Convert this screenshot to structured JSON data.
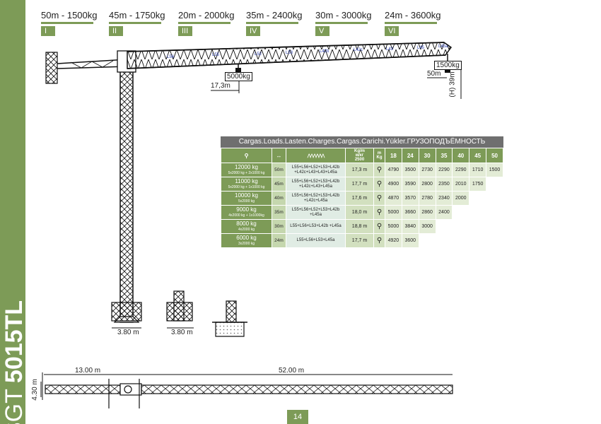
{
  "sidebar": {
    "prefix": "SGT",
    "model": "5015TL"
  },
  "segments": [
    {
      "label": "50m - 1500kg",
      "tag": "I"
    },
    {
      "label": "45m - 1750kg",
      "tag": "II"
    },
    {
      "label": "20m - 2000kg",
      "tag": "III"
    },
    {
      "label": "35m - 2400kg",
      "tag": "IV"
    },
    {
      "label": "30m - 3000kg",
      "tag": "V"
    },
    {
      "label": "24m - 3600kg",
      "tag": "VI"
    }
  ],
  "drawing": {
    "max_load_label": "5000kg",
    "max_load_radius": "17,3m",
    "tip_load_label": "1500kg",
    "tip_radius": "50m",
    "height_label": "(H) 39m",
    "base_width_1": "3.80 m",
    "base_width_2": "3.80 m",
    "counter_jib_length": "13.00 m",
    "jib_length": "52.00 m",
    "side_height": "4.30 m",
    "section_tags": [
      "L56",
      "L55",
      "L52",
      "L53",
      "L42b",
      "L42c",
      "L43",
      "L45",
      "L45a"
    ]
  },
  "load_table": {
    "title": "Cargas.Loads.Lasten.Charges.Cargas.Carichi.Yükler.ГРУЗОПОДЪЁМНОСТЬ",
    "header_kgm": "Kg/m\nм/кг\n2500",
    "header_m": "m",
    "header_kg": "Kg",
    "radii": [
      "18",
      "24",
      "30",
      "35",
      "40",
      "45",
      "50"
    ],
    "rows": [
      {
        "load": "12000 kg",
        "sub": "5x2000 kg + 2x1000 kg",
        "jib": "50m",
        "config": "L55+L56+L52+L53+L42b +L42c+L43+L43+L45a",
        "kgm": "17,3 m",
        "values": [
          "4790",
          "3500",
          "2730",
          "2290",
          "2290",
          "1710",
          "1500"
        ]
      },
      {
        "load": "11000 kg",
        "sub": "5x2000 kg + 1x1000 kg",
        "jib": "45m",
        "config": "L55+L56+L52+L53+L42b +L42c+L43+L45a",
        "kgm": "17,7 m",
        "values": [
          "4900",
          "3590",
          "2800",
          "2350",
          "2010",
          "1750",
          ""
        ]
      },
      {
        "load": "10000 kg",
        "sub": "5x2000 kg",
        "jib": "40m",
        "config": "L55+L56+L52+L53+L42b +L42c+L45a",
        "kgm": "17,6 m",
        "values": [
          "4870",
          "3570",
          "2780",
          "2340",
          "2000",
          "",
          ""
        ]
      },
      {
        "load": "9000 kg",
        "sub": "4x2000 kg + 1x1000kg",
        "jib": "35m",
        "config": "L55+L56+L52+L53+L42b +L45a",
        "kgm": "18,0 m",
        "values": [
          "5000",
          "3660",
          "2860",
          "2400",
          "",
          "",
          ""
        ]
      },
      {
        "load": "8000 kg",
        "sub": "4x2000 kg",
        "jib": "30m",
        "config": "L55+L56+L53+L42b +L45a",
        "kgm": "18,8 m",
        "values": [
          "5000",
          "3840",
          "3000",
          "",
          "",
          "",
          ""
        ]
      },
      {
        "load": "6000 kg",
        "sub": "3x2000 kg",
        "jib": "24m",
        "config": "L55+L56+L53+L45a",
        "kgm": "17,7 m",
        "values": [
          "4920",
          "3600",
          "",
          "",
          "",
          "",
          ""
        ]
      }
    ]
  },
  "page_number": "14"
}
